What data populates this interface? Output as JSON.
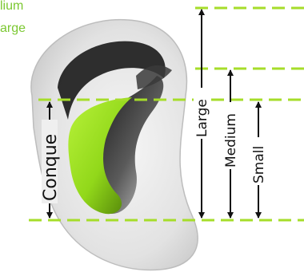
{
  "legend": {
    "top_partial": "lium",
    "bottom_partial": "arge"
  },
  "labels": {
    "conque": "Conque",
    "large": "Large",
    "medium": "Medium",
    "small": "Small"
  },
  "colors": {
    "accent_green": "#9be11a",
    "legend_green": "#7cc832",
    "guide_line": "#a6dd2a",
    "measure_line": "#111111"
  }
}
